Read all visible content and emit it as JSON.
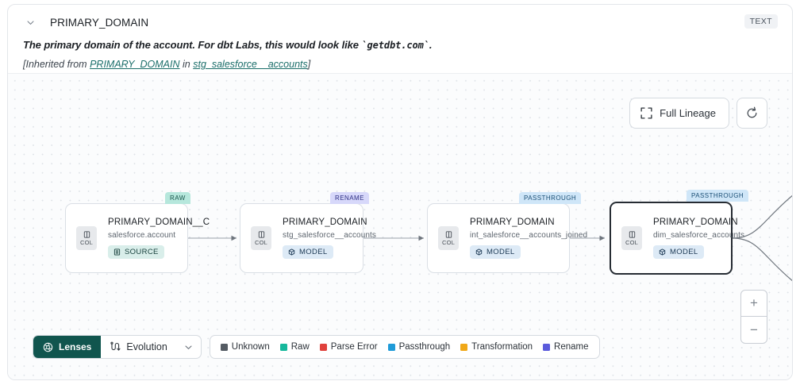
{
  "header": {
    "chevron_icon": "chevron-down-icon",
    "title": "PRIMARY_DOMAIN",
    "type_badge": "TEXT",
    "description_pre": "The primary domain of the account. For dbt Labs, this would look like ",
    "description_code": "`getdbt.com`",
    "description_post": ".",
    "inherited_pre": "[Inherited from ",
    "inherited_link1": "PRIMARY_DOMAIN",
    "inherited_mid": " in ",
    "inherited_link2": "stg_salesforce__accounts",
    "inherited_post": "]"
  },
  "toolbar": {
    "full_lineage_label": "Full Lineage",
    "full_lineage_icon": "expand-icon",
    "refresh_icon": "refresh-icon"
  },
  "zoom_controls": {
    "zoom_in_label": "+",
    "zoom_out_label": "−"
  },
  "bottom_toolbar": {
    "lenses_label": "Lenses",
    "lenses_icon": "aperture-icon",
    "evolution_label": "Evolution",
    "evolution_icon": "evolution-icon",
    "evolution_chevron_icon": "chevron-down-icon"
  },
  "legend": {
    "items": [
      {
        "label": "Unknown",
        "color": "#545b63"
      },
      {
        "label": "Raw",
        "color": "#16b89c"
      },
      {
        "label": "Parse Error",
        "color": "#e0413c"
      },
      {
        "label": "Passthrough",
        "color": "#1f9bd8"
      },
      {
        "label": "Transformation",
        "color": "#f0a818"
      },
      {
        "label": "Rename",
        "color": "#5b5bdc"
      }
    ]
  },
  "lineage": {
    "col_icon": "columns-icon",
    "col_label": "COL",
    "nodes": [
      {
        "name": "PRIMARY_DOMAIN__C",
        "sub": "salesforce.account",
        "badge": "SOURCE",
        "badge_icon": "database-icon",
        "tag": "RAW",
        "selected": false
      },
      {
        "name": "PRIMARY_DOMAIN",
        "sub": "stg_salesforce__accounts",
        "badge": "MODEL",
        "badge_icon": "cube-icon",
        "tag": "RENAME",
        "selected": false
      },
      {
        "name": "PRIMARY_DOMAIN",
        "sub": "int_salesforce__accounts_joined",
        "badge": "MODEL",
        "badge_icon": "cube-icon",
        "tag": "PASSTHROUGH",
        "selected": false
      },
      {
        "name": "PRIMARY_DOMAIN",
        "sub": "dim_salesforce_accounts",
        "badge": "MODEL",
        "badge_icon": "cube-icon",
        "tag": "PASSTHROUGH",
        "selected": true
      }
    ]
  }
}
